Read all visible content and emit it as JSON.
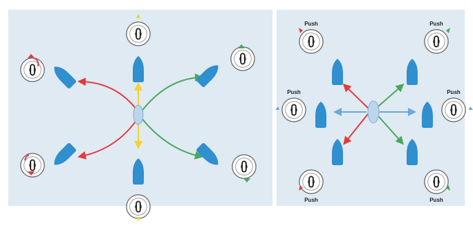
{
  "left_panel": {},
  "right_panel": {
    "push_labels": {
      "top_left": "Push",
      "top_right": "Push",
      "mid_left": "Push",
      "mid_right": "Push",
      "bottom_left": "Push",
      "bottom_right": "Push"
    }
  },
  "colors": {
    "background": "#dfeaf3",
    "boat": "#2f8fcf",
    "red": "#e23b3b",
    "green": "#4aa75d",
    "yellow": "#f2d22e",
    "blue": "#6aa9d8",
    "wheel_stroke": "#6b6b6b"
  },
  "icons": [
    "boat-icon",
    "steering-wheel-icon",
    "thruster-hub-icon"
  ]
}
